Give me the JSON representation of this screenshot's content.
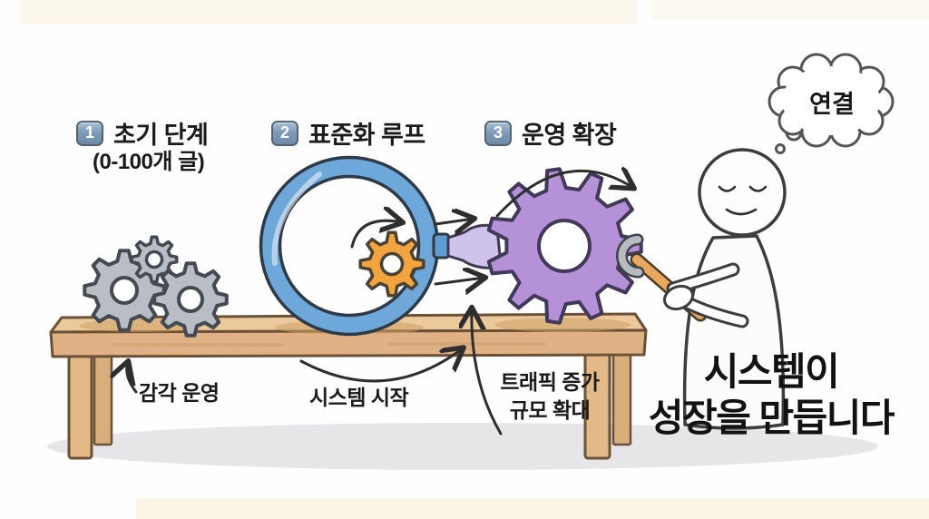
{
  "steps": [
    {
      "number": "1",
      "label": "초기 단계",
      "sublabel": "(0-100개 글)"
    },
    {
      "number": "2",
      "label": "표준화 루프",
      "sublabel": ""
    },
    {
      "number": "3",
      "label": "운영 확장",
      "sublabel": ""
    }
  ],
  "thought_bubble": {
    "text": "연결"
  },
  "annotations": {
    "gears": "감각 운영",
    "loop": "시스템 시작",
    "growth_line1": "트래픽 증가",
    "growth_line2": "규모 확대"
  },
  "tagline": {
    "line1": "시스템이",
    "line2": "성장을 만듭니다"
  },
  "colors": {
    "badge_blue": "#7e9cb7",
    "ring_blue": "#6ea7d9",
    "ring_stub_blue": "#5f9dd1",
    "gear_orange": "#f2a43f",
    "gear_purple": "#b592d8",
    "gear_gray": "#b9bec5",
    "connector_purple": "#cfc3ec",
    "wood_top": "#ecc99b",
    "wood_front": "#e0b184",
    "wood_leg": "#e3b988",
    "floor_shadow": "#e6e6e8",
    "wrench_handle": "#e9a85e",
    "wrench_head": "#b7bbc1",
    "text_dark": "#1b1b1b"
  },
  "icons": {
    "gear": "gear-icon",
    "loop_ring": "loop-ring-icon",
    "wrench": "wrench-icon",
    "thought_bubble": "thought-bubble-icon",
    "arrow": "arrow-icon"
  }
}
